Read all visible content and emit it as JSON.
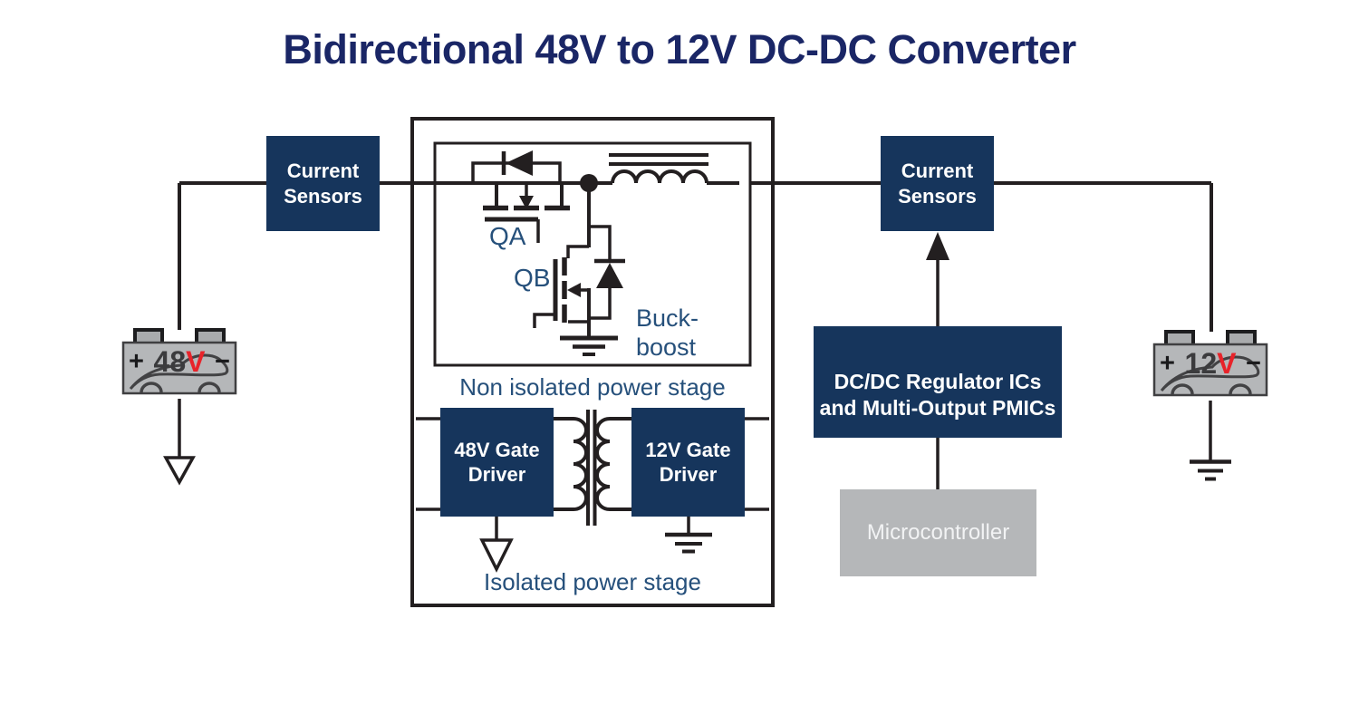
{
  "title": "Bidirectional 48V to 12V DC-DC Converter",
  "colors": {
    "navy": "#16355c",
    "wire": "#231f20",
    "label_navy": "#26507b",
    "title_navy": "#1a2666",
    "micro_gray": "#b5b7b9",
    "battery_gray": "#b5b7b9",
    "red": "#e8232a"
  },
  "left_battery": {
    "plus": "+",
    "value": "48",
    "unit": "V",
    "minus": "−"
  },
  "right_battery": {
    "plus": "+",
    "value": "12",
    "unit": "V",
    "minus": "−"
  },
  "sensors_left": {
    "line1": "Current",
    "line2": "Sensors"
  },
  "sensors_right": {
    "line1": "Current",
    "line2": "Sensors"
  },
  "converter": {
    "non_isolated_caption": "Non isolated power stage",
    "isolated_caption": "Isolated power stage",
    "qa_label": "QA",
    "qb_label": "QB",
    "buck_line1": "Buck-",
    "buck_line2": "boost",
    "gate_driver_48": {
      "line1": "48V Gate",
      "line2": "Driver"
    },
    "gate_driver_12": {
      "line1": "12V Gate",
      "line2": "Driver"
    }
  },
  "regulator_box": {
    "line1": "DC/DC Regulator ICs",
    "line2": "and Multi-Output PMICs"
  },
  "microcontroller_box": {
    "label": "Microcontroller"
  }
}
